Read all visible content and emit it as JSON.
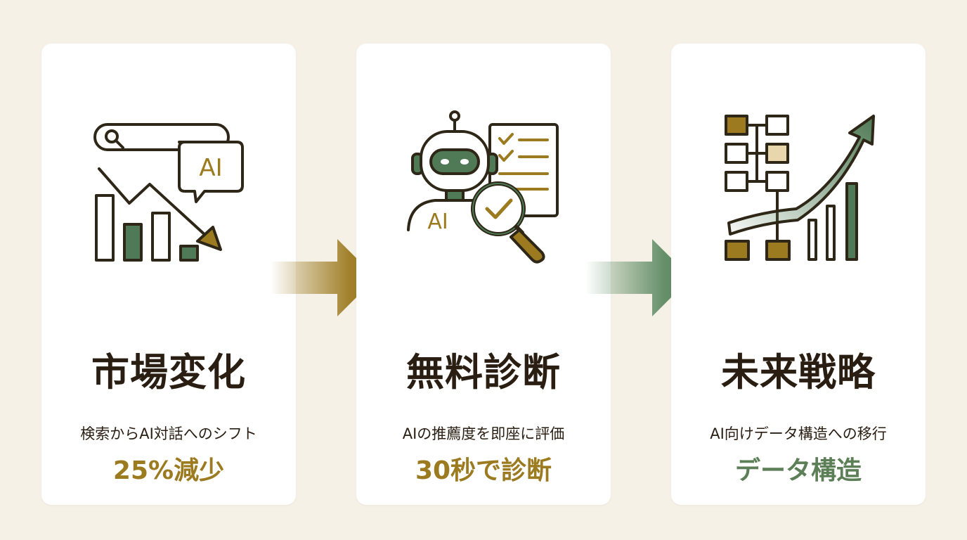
{
  "colors": {
    "background": "#f5f1e7",
    "card": "#ffffff",
    "outline": "#2e2616",
    "gold": "#9c7a20",
    "green": "#4f7a55",
    "light_gold": "#e8d6ad"
  },
  "arrows": [
    {
      "color": "#9c7a20",
      "icon": "right-arrow-icon"
    },
    {
      "color": "#5d8a62",
      "icon": "right-arrow-icon"
    }
  ],
  "cards": [
    {
      "icon": "search-decline-icon",
      "icon_text": "AI",
      "title": "市場変化",
      "description": "検索からAI対話へのシフト",
      "metric": "25%減少",
      "metric_color": "#9c7a20"
    },
    {
      "icon": "ai-robot-diagnosis-icon",
      "icon_text": "AI",
      "title": "無料診断",
      "description": "AIの推薦度を即座に評価",
      "metric": "30秒で診断",
      "metric_color": "#9c7a20"
    },
    {
      "icon": "data-structure-growth-icon",
      "title": "未来戦略",
      "description": "AI向けデータ構造への移行",
      "metric": "データ構造",
      "metric_color": "#5d7f58"
    }
  ]
}
